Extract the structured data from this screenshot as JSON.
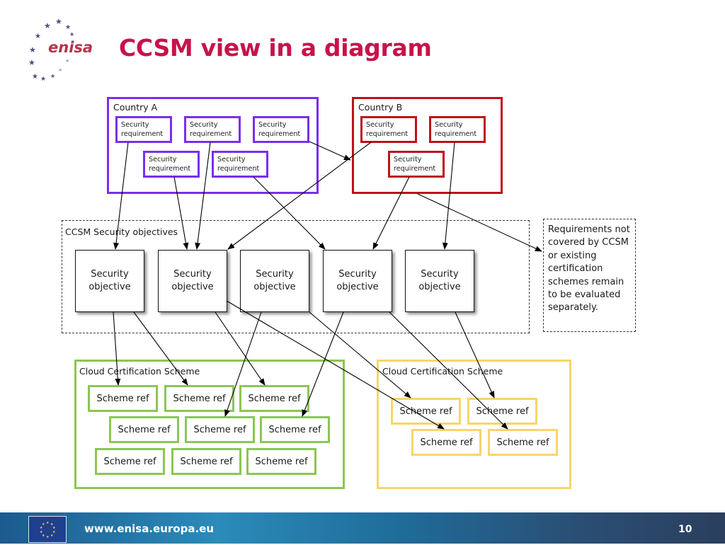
{
  "header": {
    "logo_text": "enisa",
    "title": "CCSM view in a diagram"
  },
  "colors": {
    "title": "#c8124a",
    "country_a": "#7a2ef0",
    "country_b": "#c0101a",
    "cloud_scheme_green": "#8cc652",
    "cloud_scheme_yellow": "#f7d56b"
  },
  "country_a": {
    "label": "Country A",
    "requirements": [
      "Security requirement",
      "Security requirement",
      "Security requirement",
      "Security requirement",
      "Security requirement"
    ]
  },
  "country_b": {
    "label": "Country B",
    "requirements": [
      "Security requirement",
      "Security requirement",
      "Security requirement"
    ]
  },
  "ccsm": {
    "label": "CCSM Security objectives",
    "objectives": [
      "Security objective",
      "Security objective",
      "Security objective",
      "Security objective",
      "Security objective"
    ]
  },
  "note": {
    "text": "Requirements not covered by CCSM or existing certification schemes remain to be evaluated separately."
  },
  "scheme_green": {
    "label": "Cloud Certification Scheme",
    "refs": [
      "Scheme ref",
      "Scheme ref",
      "Scheme ref",
      "Scheme ref",
      "Scheme ref",
      "Scheme ref",
      "Scheme ref",
      "Scheme ref",
      "Scheme ref"
    ]
  },
  "scheme_yellow": {
    "label": "Cloud Certification Scheme",
    "refs": [
      "Scheme ref",
      "Scheme ref",
      "Scheme ref",
      "Scheme ref"
    ]
  },
  "footer": {
    "url": "www.enisa.europa.eu",
    "page_number": "10",
    "flag_icon": "eu-flag-icon"
  }
}
